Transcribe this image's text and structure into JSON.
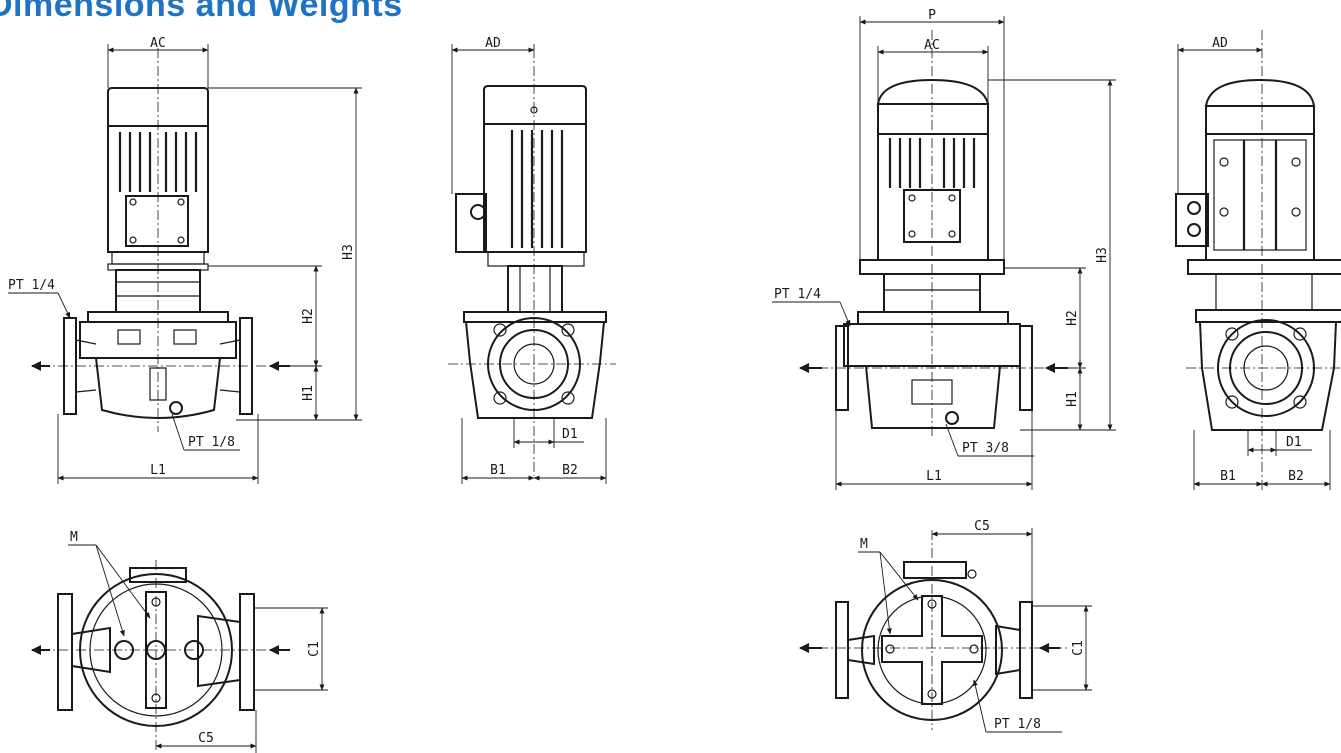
{
  "page_title": "Dimensions and Weights",
  "small_pump": {
    "front_view": {
      "width_label": "AC",
      "height_label": "H3",
      "upper_height_label": "H2",
      "lower_height_label": "H1",
      "length_label": "L1",
      "gauge_port_label": "PT 1/4",
      "drain_port_label": "PT 1/8"
    },
    "side_view": {
      "width_label": "AD",
      "flange_label": "D1",
      "left_label": "B1",
      "right_label": "B2"
    },
    "top_view": {
      "bolt_label": "M",
      "offset_label": "C1",
      "depth_label": "C5"
    }
  },
  "large_pump": {
    "front_view": {
      "overall_width_label": "P",
      "width_label": "AC",
      "height_label": "H3",
      "upper_height_label": "H2",
      "lower_height_label": "H1",
      "length_label": "L1",
      "gauge_port_label": "PT 1/4",
      "drain_port_label": "PT 3/8"
    },
    "side_view": {
      "width_label": "AD",
      "flange_label": "D1",
      "left_label": "B1",
      "right_label": "B2"
    },
    "top_view": {
      "bolt_label": "M",
      "offset_label": "C1",
      "depth_label": "C5",
      "drain_port_label": "PT 1/8"
    }
  }
}
